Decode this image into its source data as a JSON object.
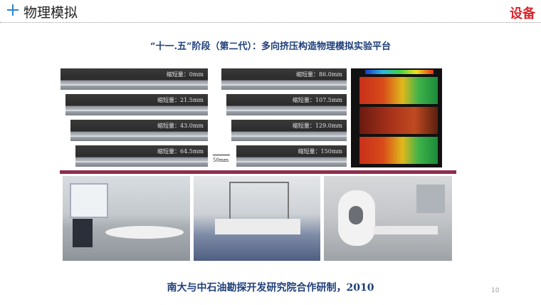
{
  "header": {
    "title": "物理模拟",
    "tag": "设备"
  },
  "subtitle": "“十一.五”阶段（第二代）：多向挤压构造物理模拟实验平台",
  "panels_left": [
    "缩短量：0mm",
    "缩短量：21.5mm",
    "缩短量：43.0mm",
    "缩短量：64.5mm"
  ],
  "panels_right": [
    "缩短量：86.0mm",
    "缩短量：107.5mm",
    "缩短量：129.0mm",
    "缩短量：150mm"
  ],
  "scale_label": "50mm",
  "credit": "南大与中石油勘探开发研究院合作研制，2010",
  "page_number": "10"
}
